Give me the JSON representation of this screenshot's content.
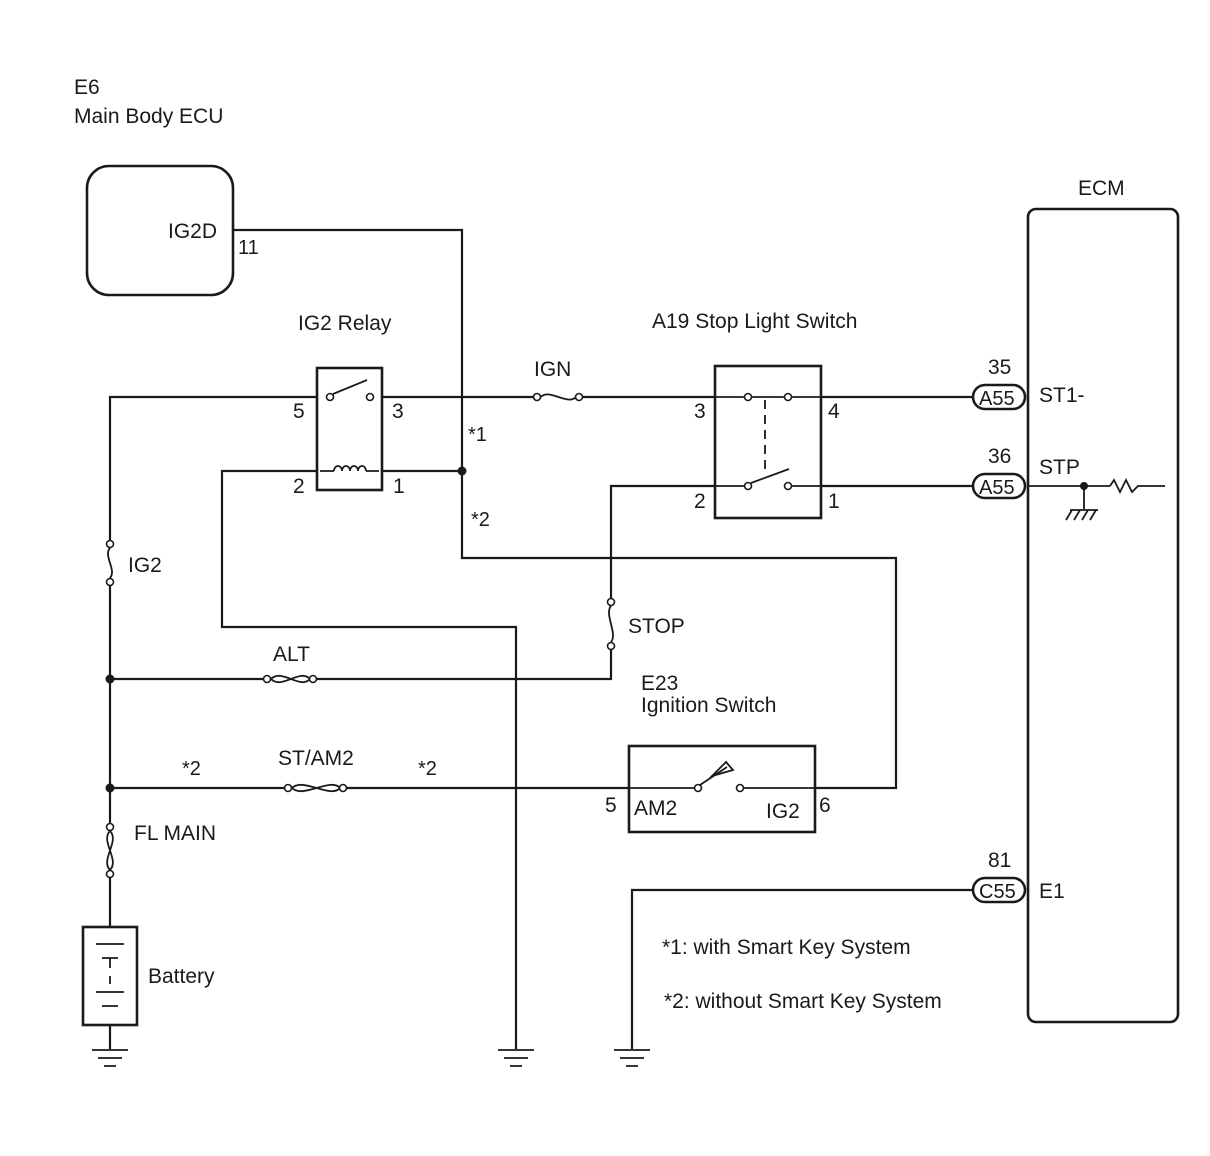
{
  "ecu": {
    "code": "E6",
    "name": "Main Body ECU",
    "terminal_label": "IG2D",
    "terminal_pin": "11"
  },
  "ecm": {
    "title": "ECM"
  },
  "ig2_relay": {
    "title": "IG2 Relay",
    "pin5": "5",
    "pin3": "3",
    "pin2": "2",
    "pin1": "1"
  },
  "stop_light_switch": {
    "title": "A19 Stop Light Switch",
    "pin3": "3",
    "pin4": "4",
    "pin2": "2",
    "pin1": "1"
  },
  "ignition_switch": {
    "code": "E23",
    "name": "Ignition Switch",
    "pin5": "5",
    "pin6": "6",
    "label_am2": "AM2",
    "label_ig2": "IG2"
  },
  "fuses": {
    "ign": "IGN",
    "ig2": "IG2",
    "alt": "ALT",
    "stop": "STOP",
    "st_am2": "ST/AM2",
    "fl_main": "FL MAIN"
  },
  "battery": {
    "label": "Battery"
  },
  "connectors": [
    {
      "connector": "A55",
      "pin": "35",
      "signal": "ST1-"
    },
    {
      "connector": "A55",
      "pin": "36",
      "signal": "STP"
    },
    {
      "connector": "C55",
      "pin": "81",
      "signal": "E1"
    }
  ],
  "marks": {
    "m1": "*1",
    "m2": "*2"
  },
  "notes": {
    "n1": "*1: with Smart Key System",
    "n2": "*2: without Smart Key System"
  }
}
